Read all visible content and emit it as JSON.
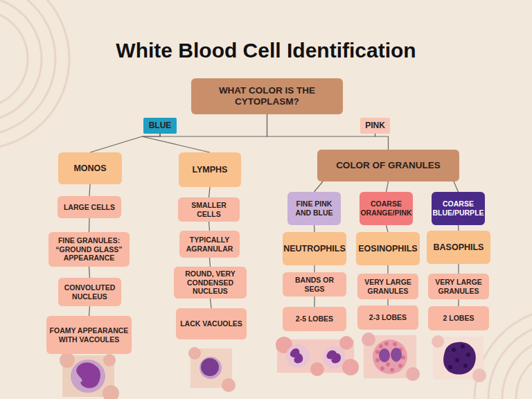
{
  "diagram": {
    "title": "White Blood Cell Identification",
    "nodes": [
      {
        "text": [
          "WHAT COLOR IS THE CYTOPLASM?"
        ]
      },
      {
        "text": [
          "BLUE"
        ]
      },
      {
        "text": [
          "PINK"
        ]
      },
      {
        "text": [
          "MONOS"
        ]
      },
      {
        "text": [
          "LYMPHS"
        ]
      },
      {
        "text": [
          "COLOR OF GRANULES"
        ]
      },
      {
        "text": [
          "FINE PINK AND BLUE"
        ]
      },
      {
        "text": [
          "COARSE ORANGE/PINK"
        ]
      },
      {
        "text": [
          "COARSE BLUE/PURPLE"
        ]
      },
      {
        "text": [
          "LARGE CELLS"
        ]
      },
      {
        "text": [
          "FINE GRANULES: “GROUND GLASS” APPEARANCE"
        ]
      },
      {
        "text": [
          "CONVOLUTED NUCLEUS"
        ]
      },
      {
        "text": [
          "FOAMY APPEARANCE WITH VACOULES"
        ]
      },
      {
        "text": [
          "SMALLER CELLS"
        ]
      },
      {
        "text": [
          "TYPICALLY AGRANULAR"
        ]
      },
      {
        "text": [
          "ROUND, VERY CONDENSED NUCLEUS"
        ]
      },
      {
        "text": [
          "LACK VACUOLES"
        ]
      },
      {
        "text": [
          "NEUTROPHILS"
        ]
      },
      {
        "text": [
          "EOSINOPHILS"
        ]
      },
      {
        "text": [
          "BASOPHILS"
        ]
      },
      {
        "text": [
          "BANDS OR SEGS"
        ]
      },
      {
        "text": [
          "VERY LARGE GRANULES"
        ]
      },
      {
        "text": [
          "VERY LARGE GRANULES"
        ]
      },
      {
        "text": [
          "2-5 LOBES"
        ]
      },
      {
        "text": [
          "2-3 LOBES"
        ]
      },
      {
        "text": [
          "2 LOBES"
        ]
      }
    ],
    "edges": [
      {
        "from": 0,
        "to": 1,
        "arrow": "none"
      },
      {
        "from": 0,
        "to": 2,
        "arrow": "none"
      },
      {
        "from": 1,
        "to": 3,
        "arrow": "none"
      },
      {
        "from": 1,
        "to": 4,
        "arrow": "none"
      },
      {
        "from": 2,
        "to": 5,
        "arrow": "none"
      },
      {
        "from": 5,
        "to": 6,
        "arrow": "none"
      },
      {
        "from": 5,
        "to": 7,
        "arrow": "none"
      },
      {
        "from": 5,
        "to": 8,
        "arrow": "none"
      },
      {
        "from": 3,
        "to": 9,
        "arrow": "none"
      },
      {
        "from": 9,
        "to": 10,
        "arrow": "none"
      },
      {
        "from": 10,
        "to": 11,
        "arrow": "none"
      },
      {
        "from": 11,
        "to": 12,
        "arrow": "none"
      },
      {
        "from": 4,
        "to": 13,
        "arrow": "none"
      },
      {
        "from": 13,
        "to": 14,
        "arrow": "none"
      },
      {
        "from": 14,
        "to": 15,
        "arrow": "none"
      },
      {
        "from": 15,
        "to": 16,
        "arrow": "none"
      },
      {
        "from": 6,
        "to": 17,
        "arrow": "none"
      },
      {
        "from": 7,
        "to": 18,
        "arrow": "none"
      },
      {
        "from": 8,
        "to": 19,
        "arrow": "none"
      },
      {
        "from": 17,
        "to": 20,
        "arrow": "none"
      },
      {
        "from": 20,
        "to": 23,
        "arrow": "none"
      },
      {
        "from": 18,
        "to": 21,
        "arrow": "none"
      },
      {
        "from": 21,
        "to": 24,
        "arrow": "none"
      },
      {
        "from": 19,
        "to": 22,
        "arrow": "none"
      },
      {
        "from": 22,
        "to": 25,
        "arrow": "none"
      }
    ]
  }
}
